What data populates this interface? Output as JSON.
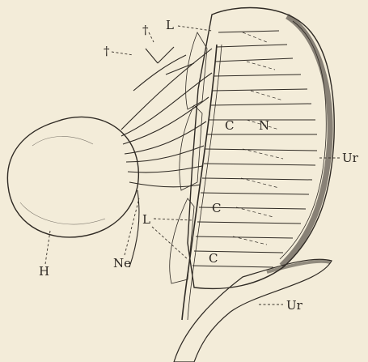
{
  "figure": {
    "labels": {
      "L_top": "L",
      "dagger_top": "†",
      "dagger_left": "†",
      "C_upper": "C",
      "N": "N",
      "Ur_right": "Ur",
      "C_middle": "C",
      "L_lower": "L",
      "C_lower": "C",
      "H": "H",
      "Ne": "Ne",
      "Ur_bottom": "Ur"
    },
    "colors": {
      "paper": "#f3ecd9",
      "ink": "#2f2a24"
    }
  }
}
